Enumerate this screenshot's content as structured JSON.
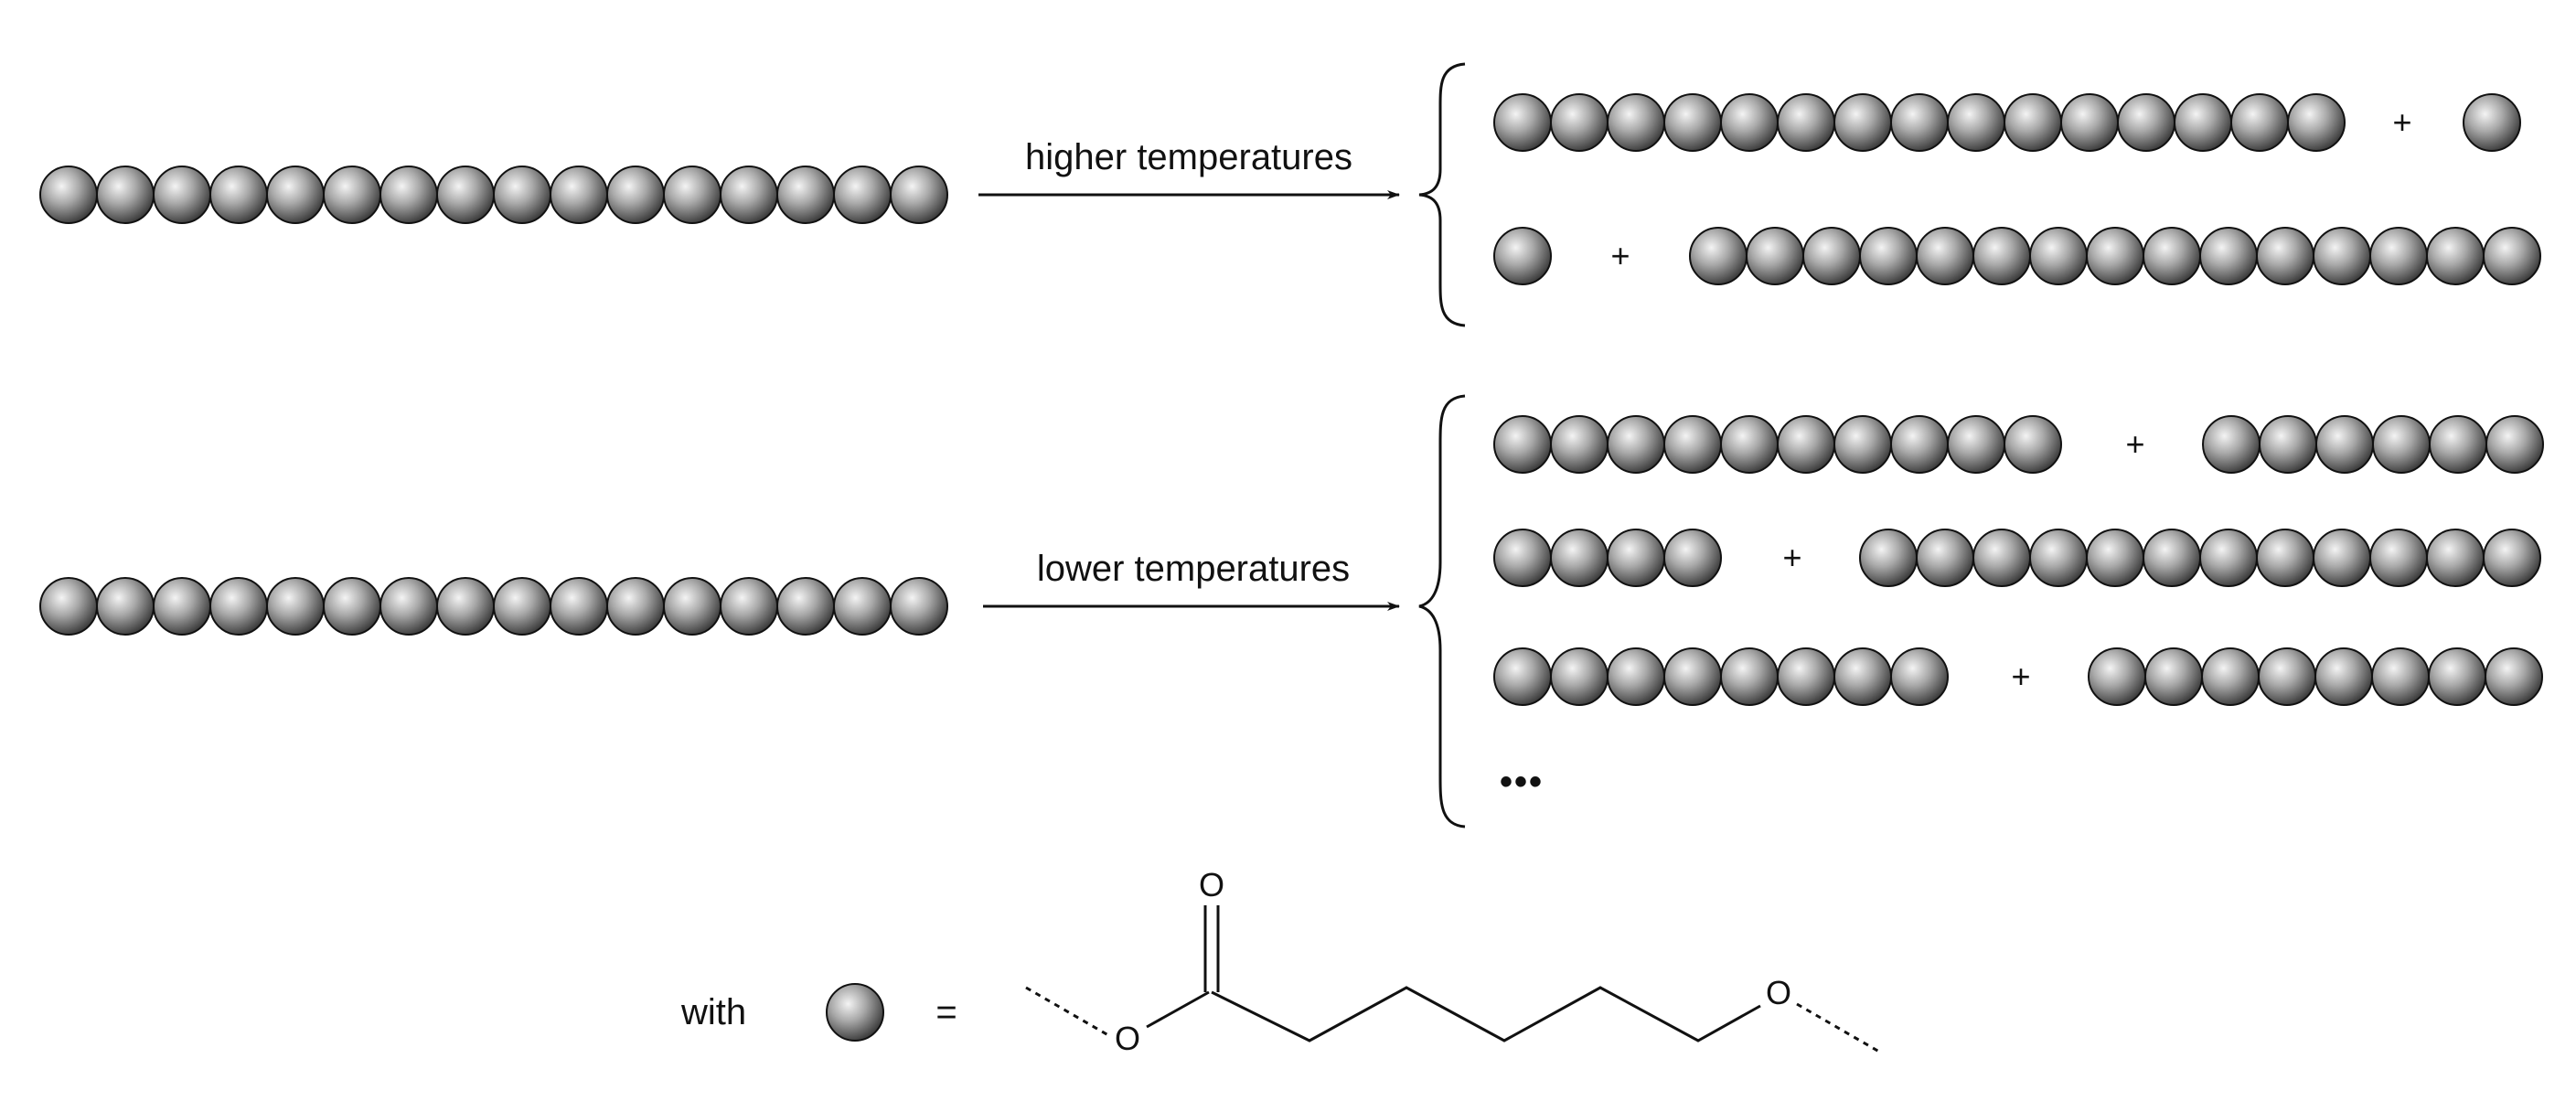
{
  "colors": {
    "bead_light": "#f4f4f4",
    "bead_mid": "#a9a9a9",
    "bead_dark": "#3a3a3a",
    "line": "#111111"
  },
  "reactions": [
    {
      "label": "higher temperatures",
      "reactant_beads": 16,
      "products": [
        {
          "left_beads": 15,
          "right_beads": 1
        },
        {
          "left_beads": 1,
          "right_beads": 15
        }
      ],
      "ellipsis": ""
    },
    {
      "label": "lower temperatures",
      "reactant_beads": 16,
      "products": [
        {
          "left_beads": 10,
          "right_beads": 6
        },
        {
          "left_beads": 4,
          "right_beads": 12
        },
        {
          "left_beads": 8,
          "right_beads": 8
        }
      ],
      "ellipsis": "•••"
    }
  ],
  "plus_sign": "+",
  "legend": {
    "prefix": "with",
    "equals": "=",
    "atoms": {
      "carbonyl_o": "O",
      "ester_o": "O",
      "ether_o": "O"
    }
  }
}
